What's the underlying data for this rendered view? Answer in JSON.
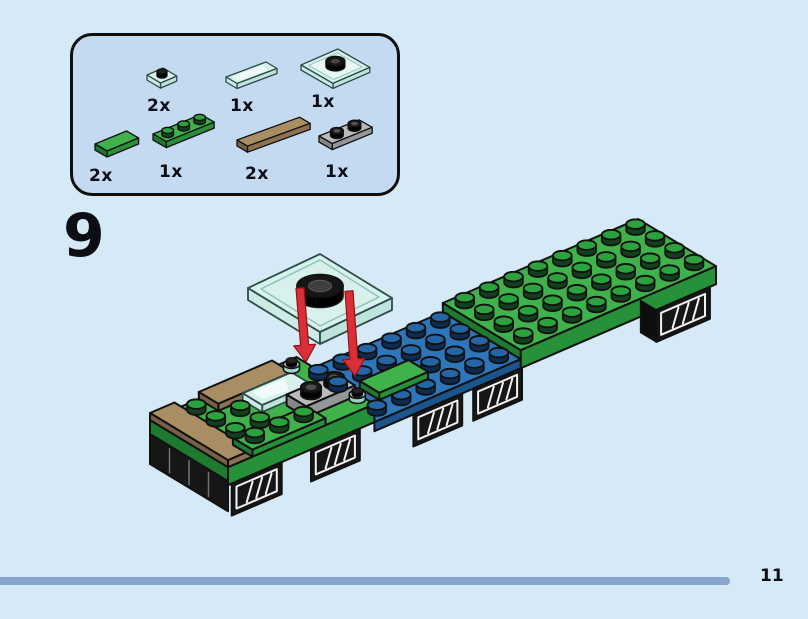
{
  "page": {
    "step_number": "9",
    "page_number": "11"
  },
  "parts_box": {
    "parts": [
      {
        "name": "trans-clear 1x1 plate with black stud",
        "count": "2x"
      },
      {
        "name": "trans-clear 1x2 tile",
        "count": "1x"
      },
      {
        "name": "trans-clear 4x4 plate with black dish",
        "count": "1x"
      },
      {
        "name": "green 1x2 tile",
        "count": "2x"
      },
      {
        "name": "green 1x3 plate",
        "count": "1x"
      },
      {
        "name": "tan 1x4 tile",
        "count": "2x"
      },
      {
        "name": "gray 1x2 plate with two black open studs",
        "count": "1x"
      }
    ]
  },
  "colors": {
    "background": "#d6e9f7",
    "box_fill": "#c3daf1",
    "outline": "#111111",
    "text": "#0d0d15",
    "green_top": "#3fb24c",
    "green_front": "#27913a",
    "green_side": "#1d7a2f",
    "green_stud": "#2ca23e",
    "green_stud_side": "#123f1c",
    "blue_top": "#2d76bb",
    "blue_front": "#1b558d",
    "blue_stud": "#2465a5",
    "blue_stud_side": "#0e2c50",
    "tan_top": "#a98e63",
    "tan_front": "#8c7251",
    "tan_side": "#776045",
    "gray_top": "#b9babc",
    "gray_front": "#949698",
    "gray_side": "#85878a",
    "trans_top": "#d9f1ed",
    "trans_front": "#bfe3de",
    "trans_side": "#cdeae6",
    "trans_stroke": "#2e4d49",
    "black_part": "#161616",
    "arrow": "#d93038",
    "arrow_dark": "#9c1118",
    "bar": "#87a4cd"
  }
}
